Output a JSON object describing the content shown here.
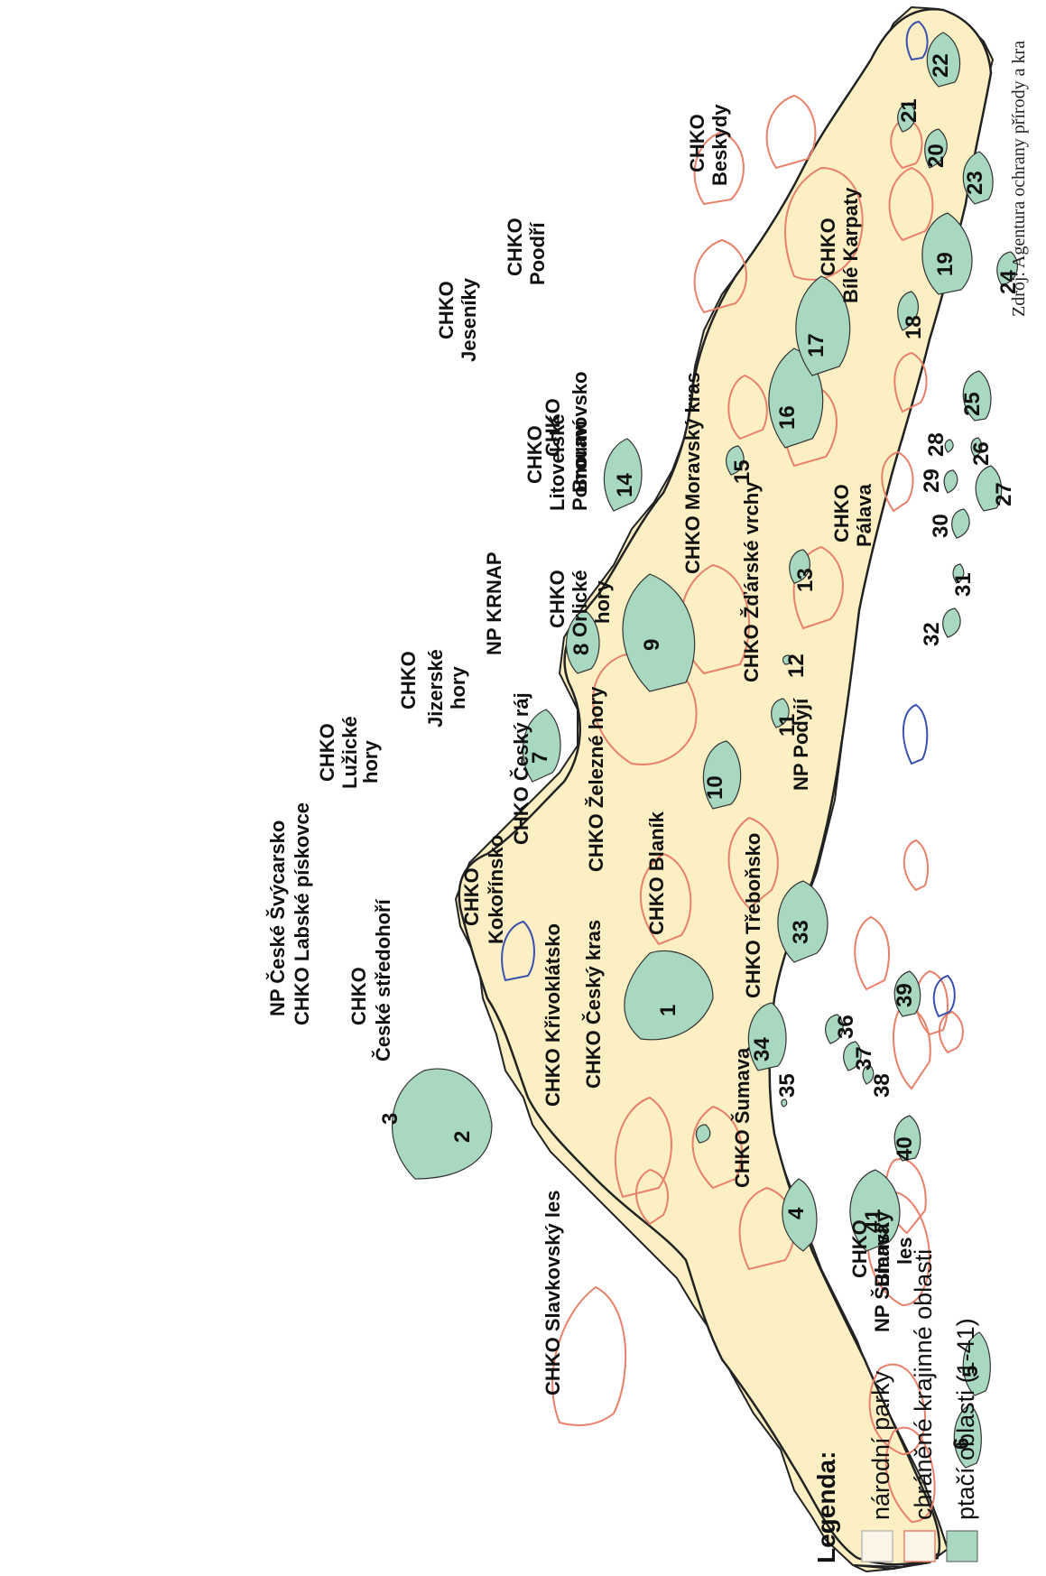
{
  "legend": {
    "title": "Legenda:",
    "items": [
      {
        "label": "národní parky",
        "swatch": "#fdf5e8"
      },
      {
        "label": "chráněné krajinné oblasti",
        "swatch": "#fdf5e8"
      },
      {
        "label": "ptačí oblasti (1-41)",
        "swatch": "#a8d8c0"
      }
    ]
  },
  "source": "Zdroj: Agentura ochrany přírody a kra",
  "colors": {
    "country": "#fcefc4",
    "bird_area": "#a8d8c0",
    "chko_border": "#e8806a",
    "np_border": "#3a4fb0",
    "outline": "#222222"
  },
  "areas": {
    "chko_broumovsko": [
      "CHKO",
      "Broumovsko"
    ],
    "np_krnap": "NP KRNAP",
    "chko_jizerske": [
      "CHKO",
      "Jizerské",
      "hory"
    ],
    "chko_luzicke": [
      "CHKO",
      "Lužické",
      "hory"
    ],
    "np_ceske_svycarsko": "NP České Švýcarsko",
    "chko_labske": "CHKO Labské pískovce",
    "chko_ceske_stredohori": [
      "CHKO",
      "České středohoří"
    ],
    "chko_kokorinsko": [
      "CHKO",
      "Kokořínsko"
    ],
    "chko_cesky_raj": "CHKO Český ráj",
    "chko_krivoklatsko": "CHKO Křivoklátsko",
    "chko_slavkovsky": "CHKO Slavkovský les",
    "chko_cesky_kras": "CHKO Český kras",
    "chko_orlicke": [
      "CHKO",
      "Orlické",
      "hory"
    ],
    "chko_zelezne": "CHKO Železné hory",
    "chko_blanik": "CHKO Blaník",
    "chko_zdarske": "CHKO Žďárské vrchy",
    "chko_trebonsko": "CHKO Třeboňsko",
    "chko_sumava": "CHKO Šumava",
    "np_sumava": "NP Šumava",
    "chko_blansky": [
      "CHKO",
      "Blanský",
      "les"
    ],
    "chko_jeseniky": [
      "CHKO",
      "Jeseníky"
    ],
    "chko_poodri": [
      "CHKO",
      "Poodří"
    ],
    "chko_beskydy": [
      "CHKO",
      "Beskydy"
    ],
    "chko_litovelske": [
      "CHKO",
      "Litovelské",
      "Pomoraví"
    ],
    "chko_moravsky_kras": "CHKO Moravský kras",
    "chko_bile_karpaty": [
      "CHKO",
      "Bílé Karpaty"
    ],
    "chko_palava": [
      "CHKO",
      "Pálava"
    ],
    "np_podyji": "NP Podyjí"
  },
  "bird_area_numbers": [
    "1",
    "2",
    "3",
    "4",
    "5",
    "6",
    "7",
    "8",
    "9",
    "10",
    "11",
    "12",
    "13",
    "14",
    "15",
    "16",
    "17",
    "18",
    "19",
    "20",
    "21",
    "22",
    "23",
    "24",
    "25",
    "26",
    "27",
    "28",
    "29",
    "30",
    "31",
    "32",
    "33",
    "34",
    "35",
    "36",
    "37",
    "38",
    "39",
    "40",
    "41"
  ]
}
